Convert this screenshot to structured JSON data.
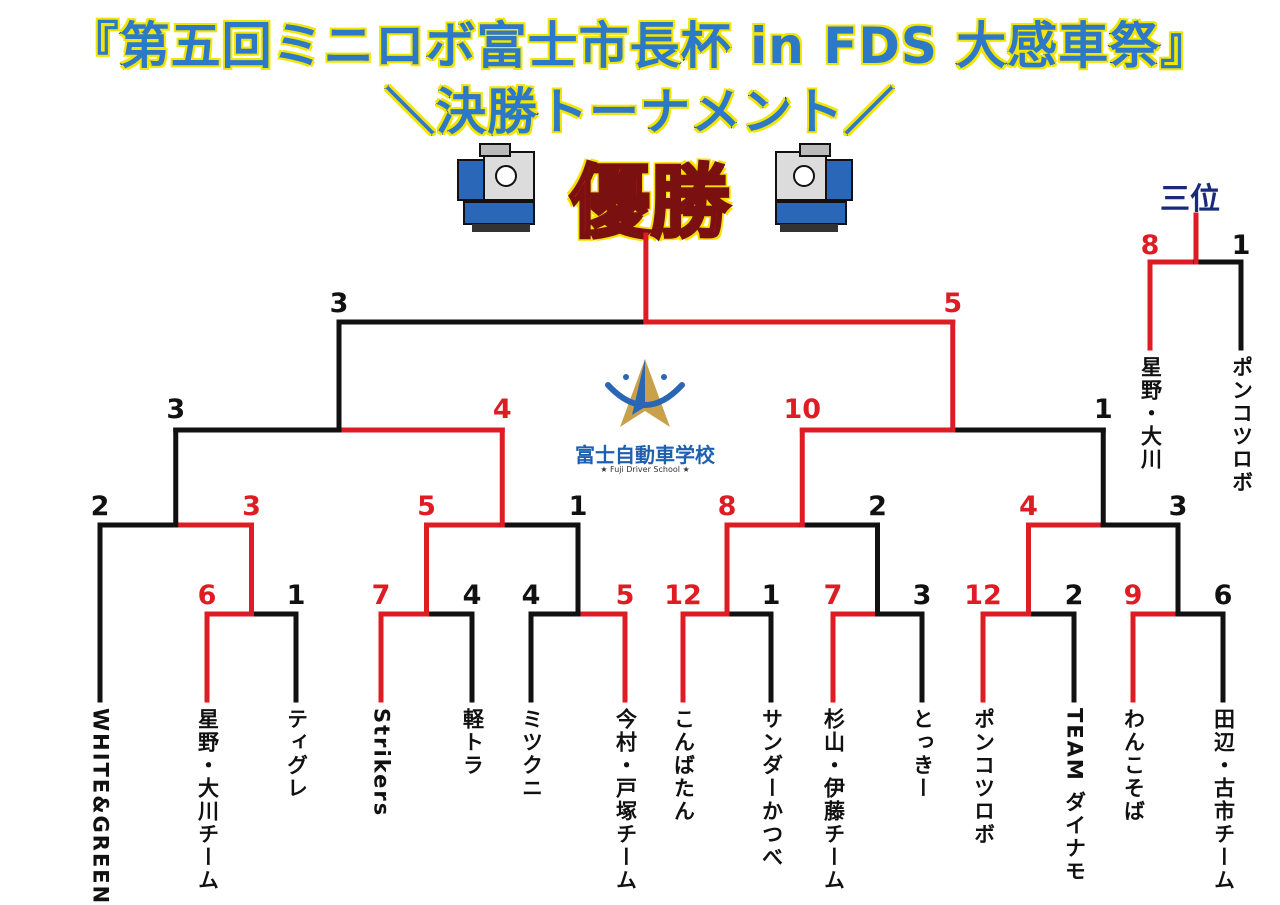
{
  "header": {
    "title_line1": "『第五回ミニロボ富士市長杯 in FDS 大感車祭』",
    "title_line2": "＼決勝トーナメント／",
    "champion_label": "優勝"
  },
  "colors": {
    "winner": "#dd1c24",
    "loser": "#111111",
    "title_fill": "#2e78c8",
    "title_outline": "#f2e600"
  },
  "logo": {
    "name": "富士自動車学校",
    "sub": "★ Fuji Driver School ★"
  },
  "third_place": {
    "label": "三位",
    "teams": [
      "星野・大川",
      "ポンコツロボ"
    ]
  },
  "teams": [
    "WHITE&GREEN",
    "星野・大川チーム",
    "ティグレ",
    "Strikers",
    "軽トラ",
    "ミツクニ",
    "今村・戸塚チーム",
    "こんばたん",
    "サンダーかつべ",
    "杉山・伊藤チーム",
    "とっきー",
    "ポンコツロボ",
    "TEAM ダイナモ",
    "わんこそば",
    "田辺・古市チーム"
  ],
  "scores": {
    "r1": [
      "6",
      "1",
      "7",
      "4",
      "4",
      "5",
      "12",
      "1",
      "7",
      "3",
      "12",
      "2",
      "9",
      "6"
    ],
    "r2": [
      "2",
      "3",
      "5",
      "1",
      "8",
      "2",
      "4",
      "3"
    ],
    "r3": [
      "3",
      "4",
      "10",
      "1"
    ],
    "final": [
      "3",
      "5"
    ],
    "third": [
      "8",
      "1"
    ]
  }
}
